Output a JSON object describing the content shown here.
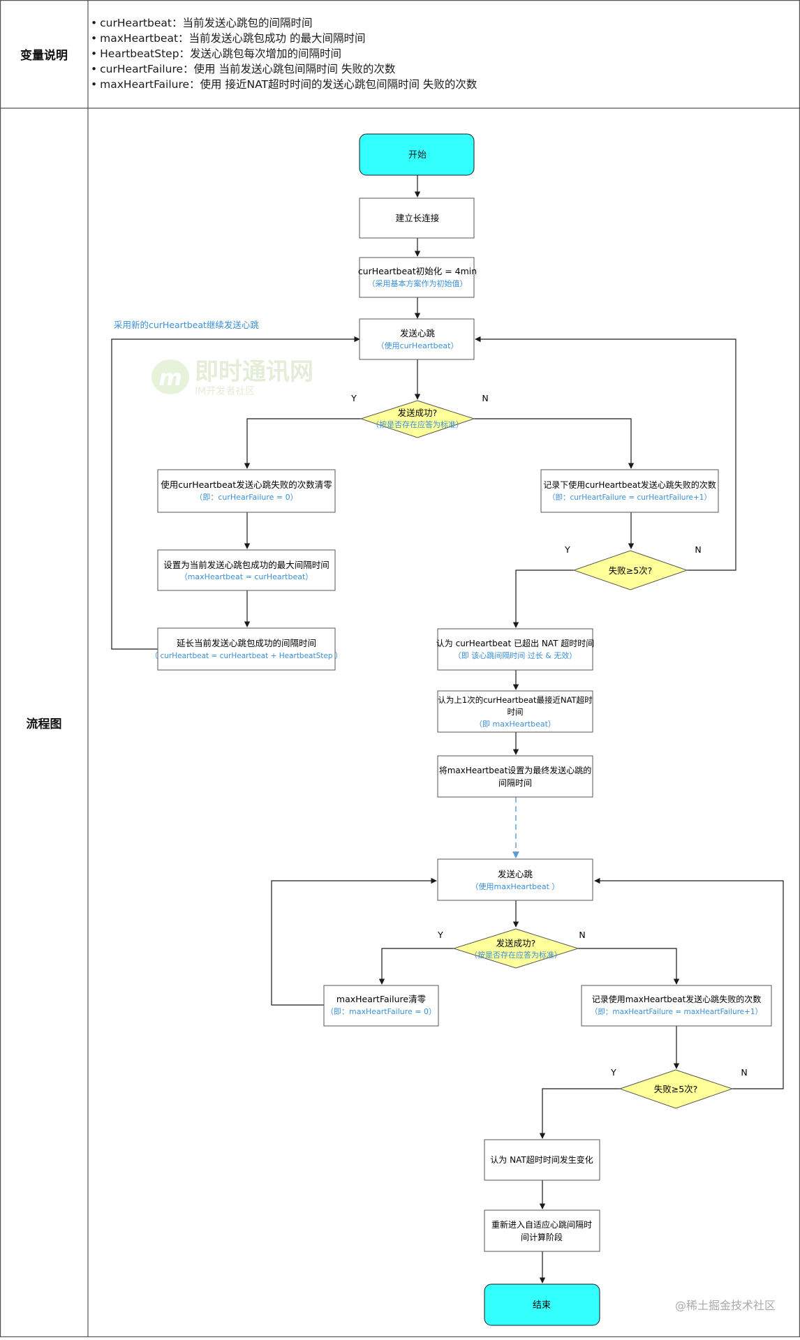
{
  "table": {
    "row1_label": "变量说明",
    "row2_label": "流程图"
  },
  "variables": [
    {
      "name": "curHeartbeat：",
      "desc": "当前发送心跳包的间隔时间"
    },
    {
      "name": "maxHeartbeat：",
      "desc": "当前发送心跳包成功 的最大间隔时间"
    },
    {
      "name": "HeartbeatStep：",
      "desc": "发送心跳包每次增加的间隔时间"
    },
    {
      "name": "curHeartFailure：使用",
      "desc": "当前发送心跳包间隔时间 失败的次数"
    },
    {
      "name": "maxHeartFailure：使用",
      "desc": "接近NAT超时时间的发送心跳包间隔时间 失败的次数"
    }
  ],
  "nodes": {
    "start": "开始",
    "connect": "建立长连接",
    "init_main": "curHeartbeat初始化 = 4min",
    "init_sub": "（采用基本方案作为初始值）",
    "send1_main": "发送心跳",
    "send1_sub": "（使用curHeartbeat）",
    "dec1_main": "发送成功?",
    "dec1_sub": "（按是否存在应答为标准）",
    "reset1_main": "使用curHeartbeat发送心跳失败的次数清零",
    "reset1_sub": "（即：curHearFailure = 0）",
    "setmax_main": "设置为当前发送心跳包成功的最大间隔时间",
    "setmax_sub": "（maxHeartbeat = curHeartbeat）",
    "extend_main": "延长当前发送心跳包成功的间隔时间",
    "extend_sub": "（ curHeartbeat = curHeartbeat + HeartbeatStep ）",
    "record1_main": "记录下使用curHeartbeat发送心跳失败的次数",
    "record1_sub": "（即：curHeartFailure = curHeartFailure+1）",
    "fail1": "失败≥5次?",
    "nat_main": "认为 curHeartbeat 已超出 NAT 超时时间",
    "nat_sub": "（即 该心跳间隔时间 过长 & 无效）",
    "last_line1": "认为上1次的curHeartbeat最接近NAT超时",
    "last_line2": "时间",
    "last_sub": "（即 maxHeartbeat）",
    "final_line1": "将maxHeartbeat设置为最终发送心跳的",
    "final_line2": "间隔时间",
    "send2_main": "发送心跳",
    "send2_sub": "（使用maxHeartbeat ）",
    "dec2_main": "发送成功?",
    "dec2_sub": "（按是否存在应答为标准）",
    "reset2_main": "maxHeartFailure清零",
    "reset2_sub": "（即：maxHeartFailure = 0）",
    "record2_main": "记录使用maxHeartbeat发送心跳失败的次数",
    "record2_sub": "（即：maxHeartFailure = maxHeartFailure+1）",
    "fail2": "失败≥5次?",
    "natchange": "认为 NAT超时时间发生变化",
    "reenter_line1": "重新进入自适应心跳间隔时",
    "reenter_line2": "间计算阶段",
    "end": "结束"
  },
  "labels": {
    "loop_note": "采用新的curHeartbeat继续发送心跳",
    "y": "Y",
    "n": "N"
  },
  "watermark": {
    "logo_text": "即时通讯网",
    "logo_sub": "IM开发者社区",
    "footer": "@稀土掘金技术社区"
  },
  "colors": {
    "terminal_fill": "#33ffff",
    "decision_fill": "#ffff99",
    "sub_text": "#3a8fd6",
    "line": "#1a1a1a",
    "dashed_line": "#5b9bd5"
  }
}
